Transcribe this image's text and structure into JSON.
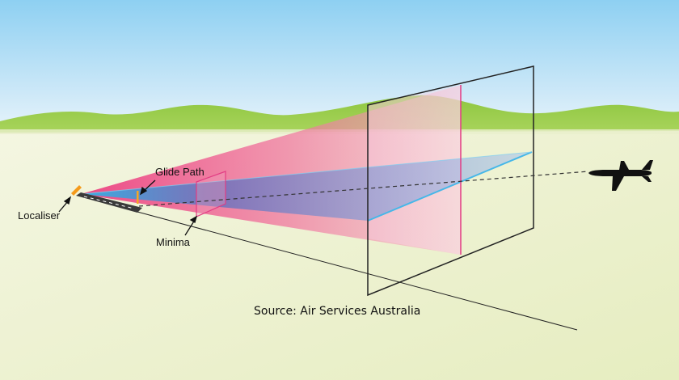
{
  "labels": {
    "localiser": "Localiser",
    "glide_path": "Glide Path",
    "minima": "Minima"
  },
  "caption": "Source: Air Services Australia",
  "colors": {
    "sky_top": "#8fd0f0",
    "sky_bottom": "#e4f3fb",
    "hills": "#8cc63e",
    "ground_near": "#eef2cf",
    "localiser_beam": "#ec4d86",
    "glide_beam": "#33b7e8",
    "localiser_marker": "#f59a1a"
  },
  "icons": [
    "airplane-icon",
    "runway-icon",
    "localiser-antenna-icon"
  ]
}
